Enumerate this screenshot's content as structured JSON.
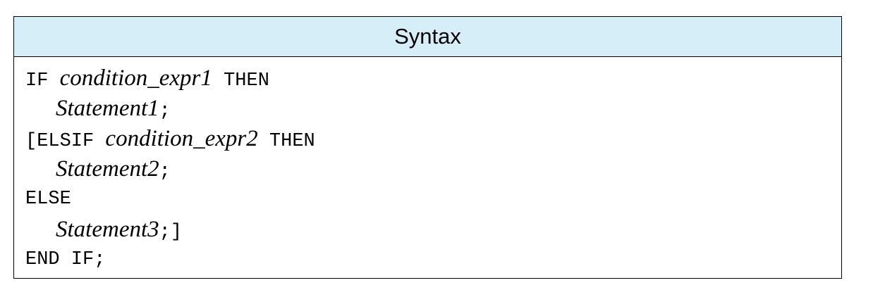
{
  "header": {
    "title": "Syntax"
  },
  "code": {
    "line1": {
      "kw_if": "IF ",
      "cond1": "condition_expr1",
      "kw_then": " THEN"
    },
    "line2": {
      "stmt": "Statement1",
      "semi": ";"
    },
    "line3": {
      "kw_elsif": "[ELSIF ",
      "cond2": "condition_expr2",
      "kw_then": " THEN"
    },
    "line4": {
      "stmt": "Statement2",
      "semi": ";"
    },
    "line5": {
      "kw_else": "ELSE"
    },
    "line6": {
      "stmt": "Statement3",
      "semi_bracket": ";]"
    },
    "line7": {
      "kw_end": "END IF;"
    }
  }
}
